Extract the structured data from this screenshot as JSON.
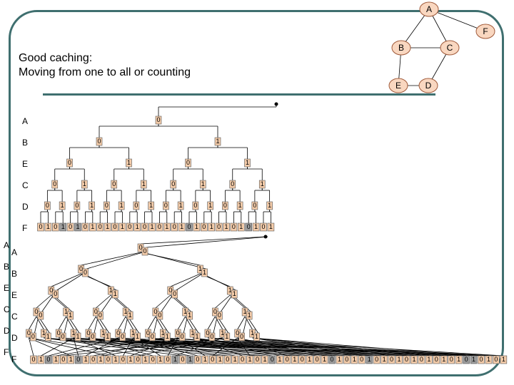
{
  "title_lines": [
    "Good caching:",
    "Moving from one to all or counting"
  ],
  "graph": {
    "nodes": [
      "A",
      "F",
      "B",
      "C",
      "E",
      "D"
    ],
    "edges": [
      [
        "A",
        "B"
      ],
      [
        "A",
        "C"
      ],
      [
        "A",
        "F"
      ],
      [
        "B",
        "C"
      ],
      [
        "B",
        "E"
      ],
      [
        "C",
        "D"
      ],
      [
        "E",
        "D"
      ]
    ]
  },
  "variables": [
    "A",
    "B",
    "E",
    "C",
    "D",
    "F"
  ],
  "bit_labels": [
    "0",
    "1"
  ],
  "colors": {
    "frame": "#3f6f6f",
    "node_fill": "#f9d7c0",
    "node_stroke": "#a05a3a",
    "bit_fill": "#f3cba9",
    "dark_fill": "#9c9c9c",
    "line": "#000000"
  }
}
